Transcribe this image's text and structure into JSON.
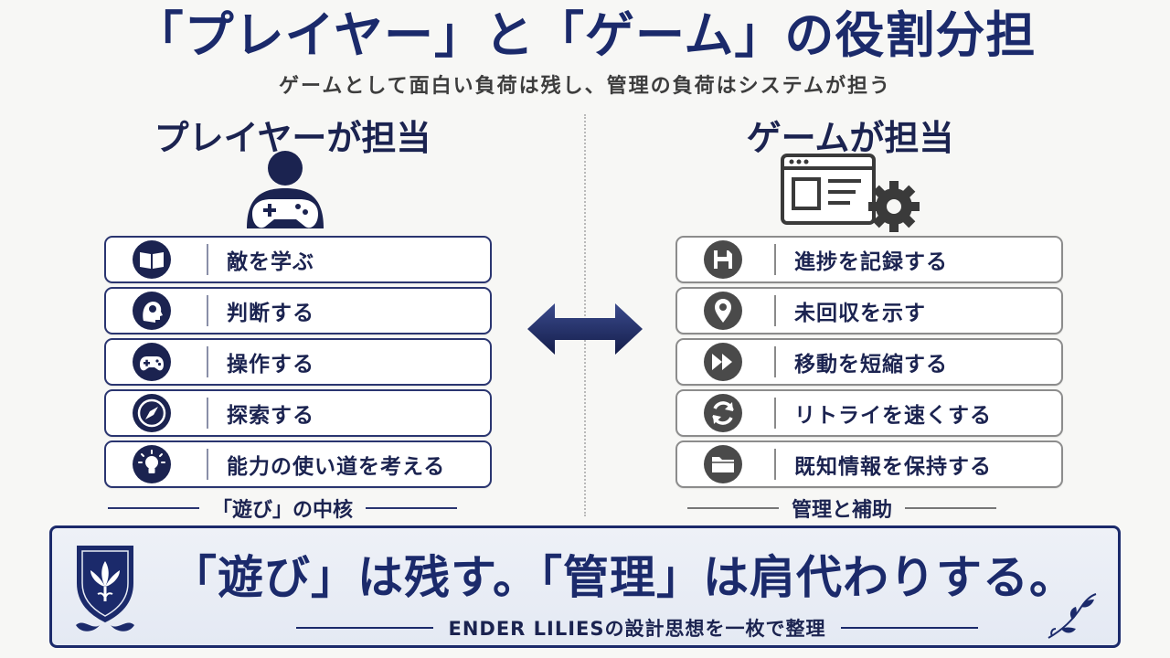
{
  "title": "「プレイヤー」と「ゲーム」の役割分担",
  "subtitle": "ゲームとして面白い負荷は残し、管理の負荷はシステムが担う",
  "left": {
    "heading": "プレイヤーが担当",
    "hero_icon": "gamer-icon",
    "items": [
      {
        "label": "敵を学ぶ",
        "icon": "book-icon"
      },
      {
        "label": "判断する",
        "icon": "thinking-head-icon"
      },
      {
        "label": "操作する",
        "icon": "gamepad-icon"
      },
      {
        "label": "探索する",
        "icon": "compass-icon"
      },
      {
        "label": "能力の使い道を考える",
        "icon": "lightbulb-icon"
      }
    ],
    "caption": "「遊び」の中核"
  },
  "right": {
    "heading": "ゲームが担当",
    "hero_icon": "system-window-gear-icon",
    "items": [
      {
        "label": "進捗を記録する",
        "icon": "save-disk-icon"
      },
      {
        "label": "未回収を示す",
        "icon": "map-pin-icon"
      },
      {
        "label": "移動を短縮する",
        "icon": "fast-forward-icon"
      },
      {
        "label": "リトライを速くする",
        "icon": "refresh-icon"
      },
      {
        "label": "既知情報を保持する",
        "icon": "folder-icon"
      }
    ],
    "caption": "管理と補助"
  },
  "banner": {
    "main": "「遊び」は残す。「管理」は肩代わりする。",
    "footer": "ENDER LILIESの設計思想を一枚で整理"
  },
  "colors": {
    "primary": "#1b2a6b",
    "icon_dark": "#1b2350",
    "icon_gray": "#4a4a4a",
    "background": "#f7f7f5",
    "banner_bg": "#e9edf5"
  }
}
